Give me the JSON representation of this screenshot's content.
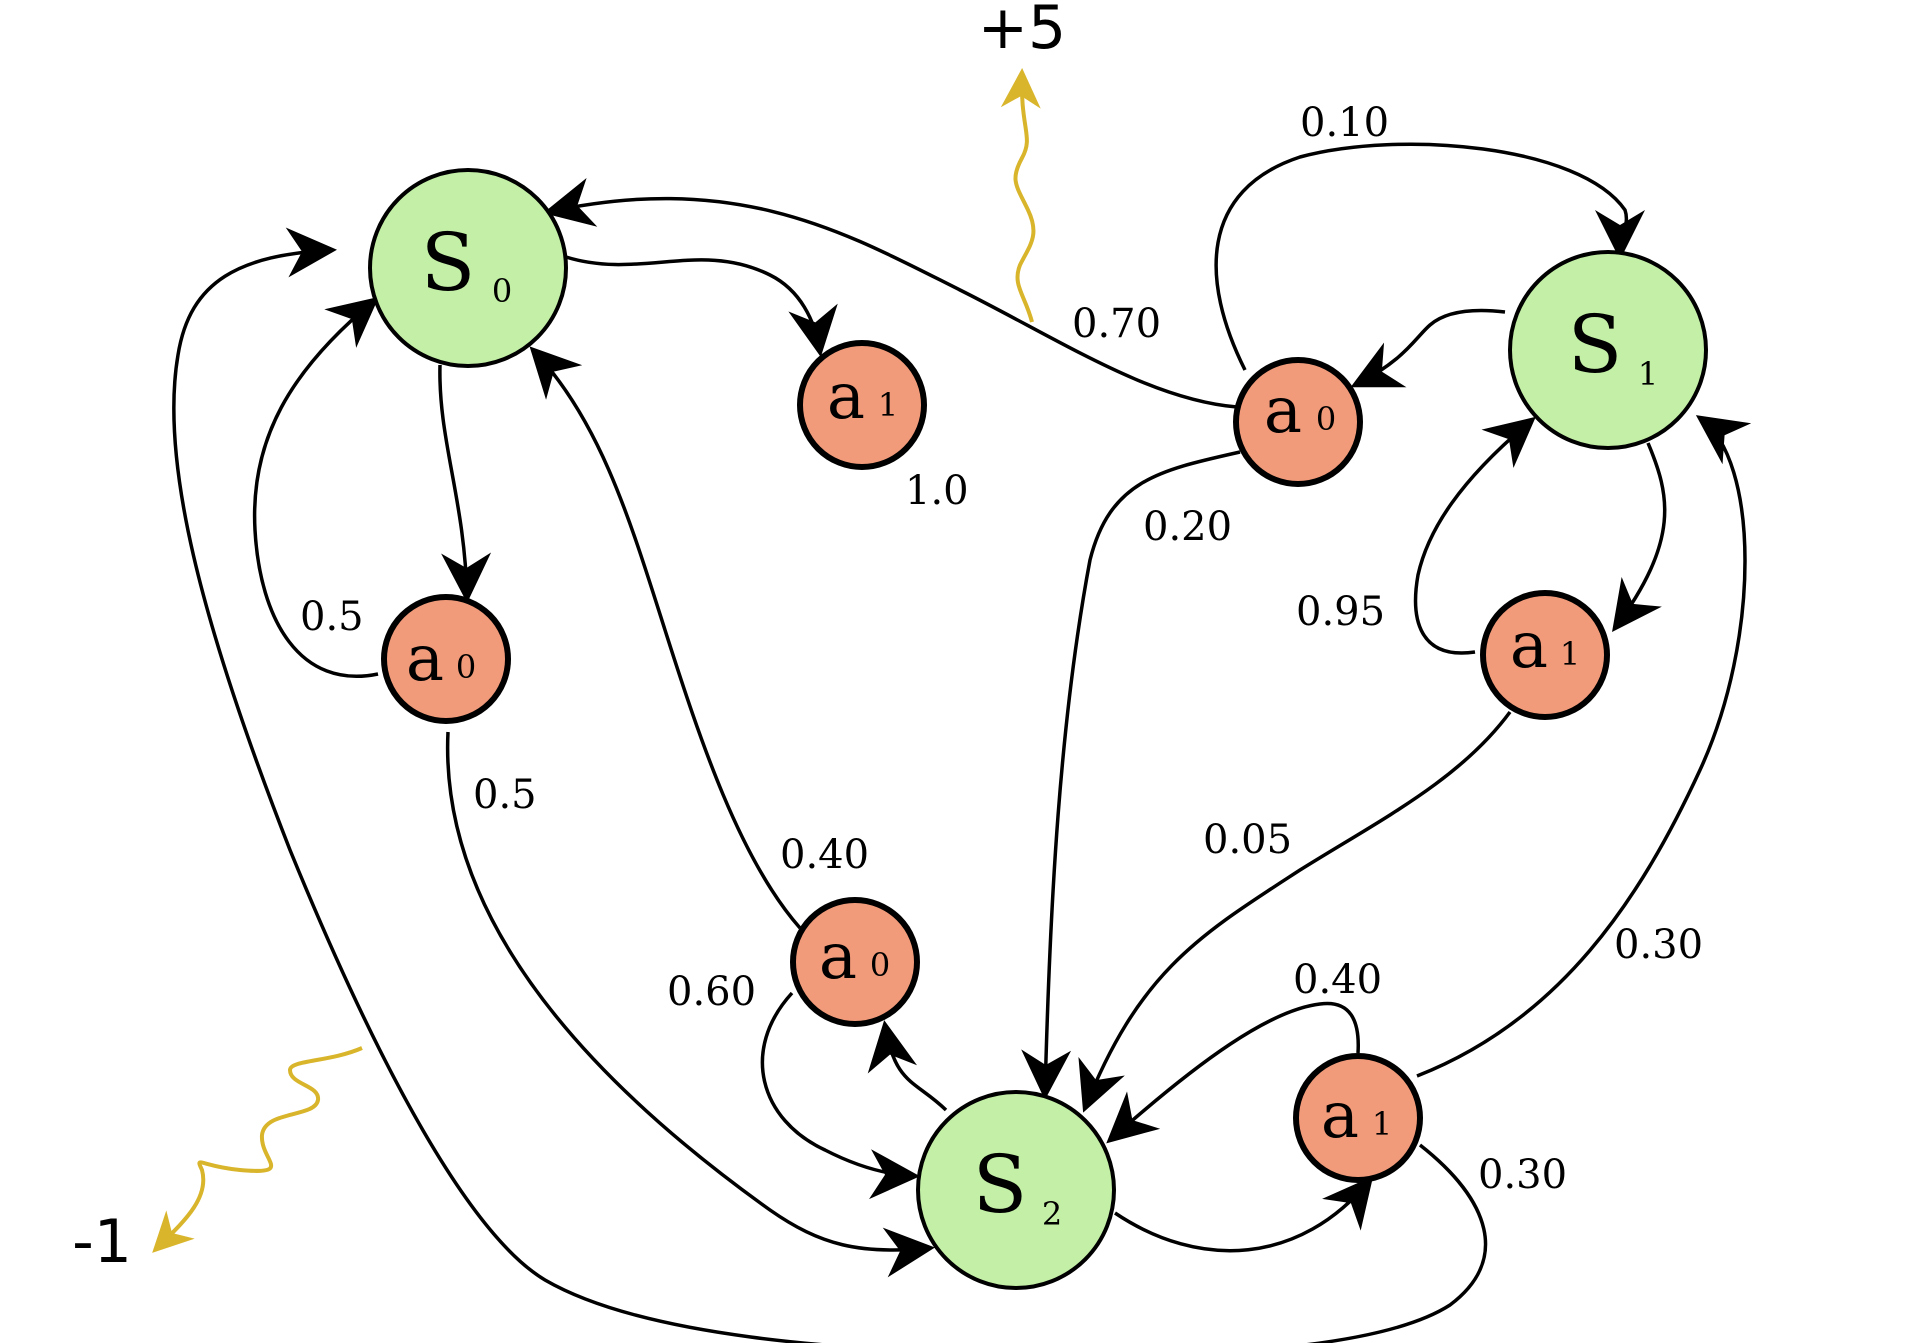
{
  "diagram": {
    "title": "Markov decision process",
    "colors": {
      "state_fill": "#c3efa6",
      "action_fill": "#f29b7b",
      "reward_arrow": "#d9b52c",
      "edge": "#000000"
    },
    "states": [
      {
        "id": "s0",
        "letter": "S",
        "sub": "0"
      },
      {
        "id": "s1",
        "letter": "S",
        "sub": "1"
      },
      {
        "id": "s2",
        "letter": "S",
        "sub": "2"
      }
    ],
    "actions": [
      {
        "id": "s0a0",
        "letter": "a",
        "sub": "0"
      },
      {
        "id": "s0a1",
        "letter": "a",
        "sub": "1"
      },
      {
        "id": "s1a0",
        "letter": "a",
        "sub": "0"
      },
      {
        "id": "s1a1",
        "letter": "a",
        "sub": "1"
      },
      {
        "id": "s2a0",
        "letter": "a",
        "sub": "0"
      },
      {
        "id": "s2a1",
        "letter": "a",
        "sub": "1"
      }
    ],
    "probabilities": {
      "s0a0_to_s0": "0.5",
      "s0a0_to_s2": "0.5",
      "s0a1_to_s2": "1.0",
      "s1a0_to_s0": "0.70",
      "s1a0_to_s1": "0.10",
      "s1a0_to_s2": "0.20",
      "s1a1_to_s1": "0.95",
      "s1a1_to_s2": "0.05",
      "s2a0_to_s0": "0.40",
      "s2a0_to_s2": "0.60",
      "s2a1_to_s2": "0.40",
      "s2a1_to_s1": "0.30",
      "s2a1_to_s0": "0.30"
    },
    "rewards": {
      "positive": "+5",
      "negative": "-1"
    }
  }
}
